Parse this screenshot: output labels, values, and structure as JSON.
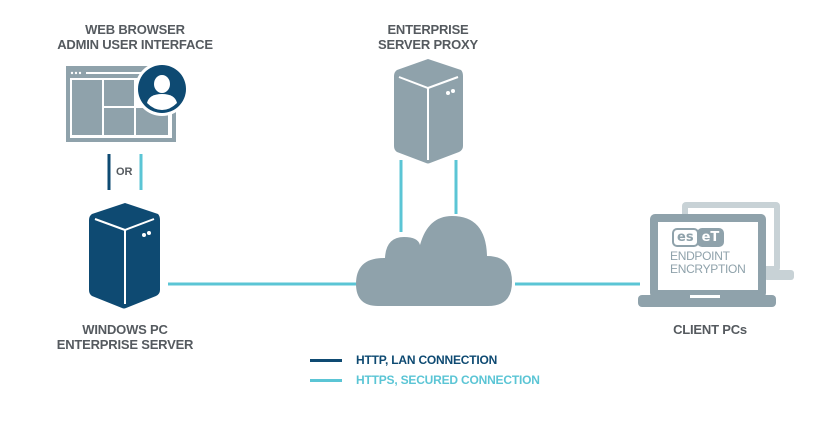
{
  "nodes": {
    "browser": {
      "label_line1": "WEB BROWSER",
      "label_line2": "ADMIN USER INTERFACE"
    },
    "proxy": {
      "label_line1": "ENTERPRISE",
      "label_line2": "SERVER PROXY"
    },
    "server": {
      "label_line1": "WINDOWS PC",
      "label_line2": "ENTERPRISE SERVER"
    },
    "clients": {
      "label": "CLIENT PCs",
      "brand": {
        "part1": "es",
        "part2": "eT"
      },
      "product_line1": "ENDPOINT",
      "product_line2": "ENCRYPTION"
    }
  },
  "or_label": "OR",
  "legend": [
    {
      "label": "HTTP, LAN CONNECTION",
      "color": "#0e4a72"
    },
    {
      "label": "HTTPS, SECURED CONNECTION",
      "color": "#5bc5d5"
    }
  ],
  "colors": {
    "dark_blue": "#0e4a72",
    "cyan": "#5bc5d5",
    "gray": "#8fa2ab",
    "light_gray": "#c8d2d6"
  }
}
